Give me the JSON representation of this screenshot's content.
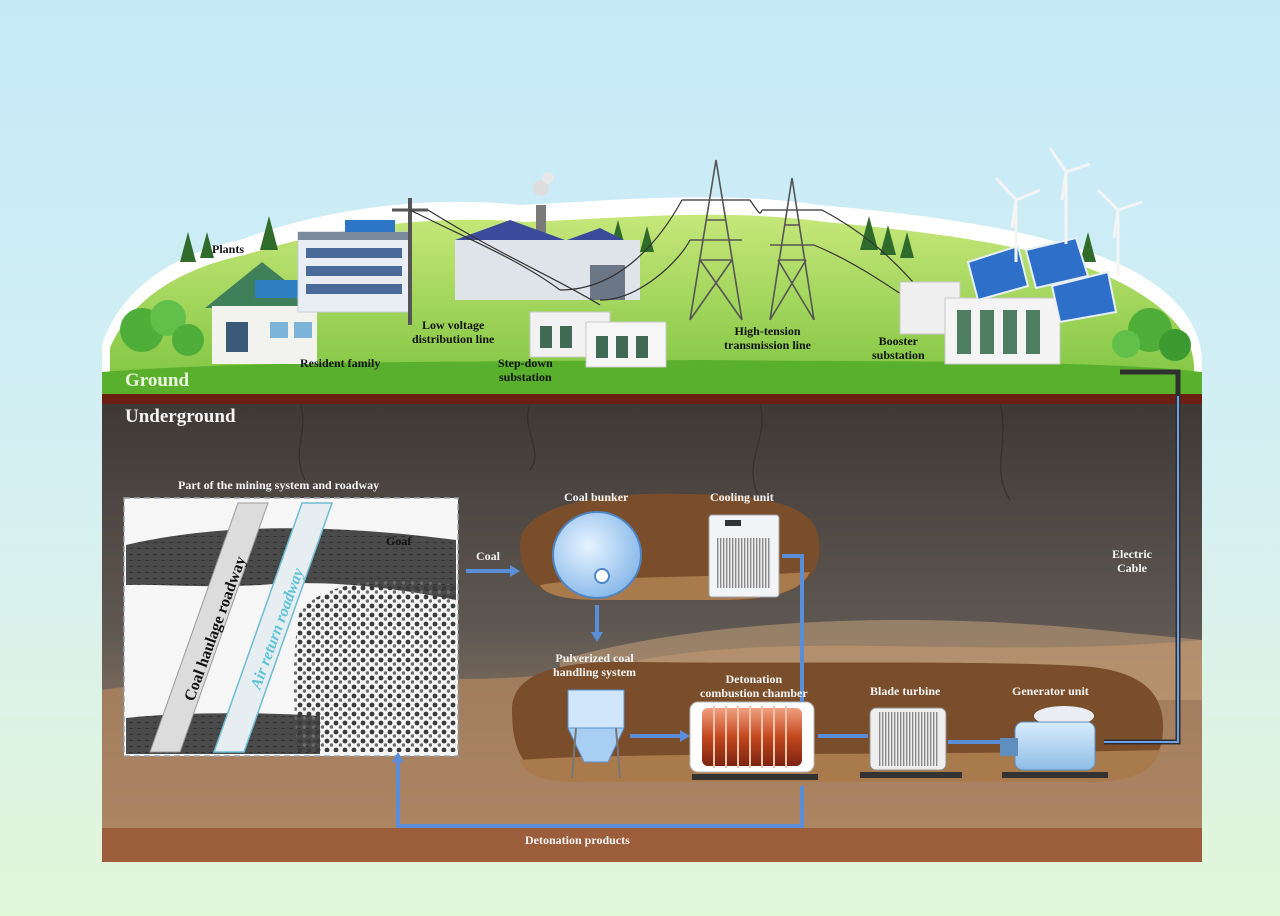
{
  "layers": {
    "ground": "Ground",
    "underground": "Underground"
  },
  "surface": {
    "plants": "Plants",
    "resident_family": "Resident family",
    "low_voltage_line": [
      "Low voltage",
      "distribution line"
    ],
    "step_down_substation": [
      "Step-down",
      "substation"
    ],
    "high_tension_line": [
      "High-tension",
      "transmission line"
    ],
    "booster_substation": [
      "Booster",
      "substation"
    ]
  },
  "mining": {
    "title": "Part of the mining system and roadway",
    "goaf": "Goaf",
    "coal_haulage_roadway": "Coal haulage roadway",
    "air_return_roadway": "Air return roadway"
  },
  "flow": {
    "coal": "Coal",
    "electric_cable": [
      "Electric",
      "Cable"
    ],
    "detonation_products": "Detonation products"
  },
  "equipment": {
    "coal_bunker": "Coal bunker",
    "cooling_unit": "Cooling unit",
    "pulverized_coal": [
      "Pulverized coal",
      "handling system"
    ],
    "detonation_chamber": [
      "Detonation",
      "combustion chamber"
    ],
    "blade_turbine": "Blade turbine",
    "generator_unit": "Generator unit"
  },
  "colors": {
    "sky": "#c4eaf8",
    "grass": "#6fc43a",
    "soil": "#5e5650",
    "tunnel": "#8a5c32",
    "pipe": "#5b8ed8",
    "cable": "#3a3a3a"
  }
}
